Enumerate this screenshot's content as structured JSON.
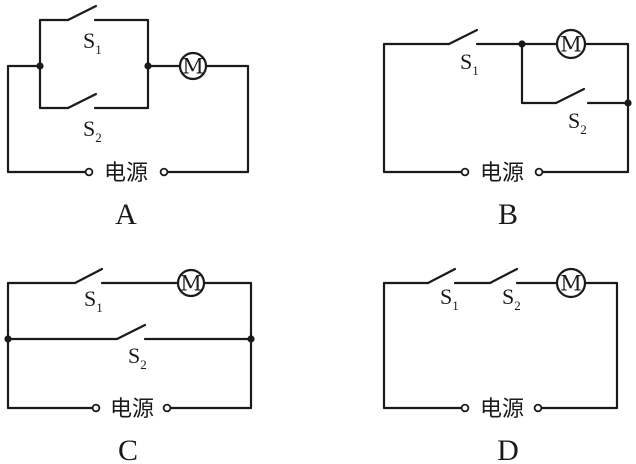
{
  "motor_label": "M",
  "power_label": "电源",
  "switch_letter": "S",
  "switch_subscripts": [
    "1",
    "2"
  ],
  "options": [
    "A",
    "B",
    "C",
    "D"
  ]
}
